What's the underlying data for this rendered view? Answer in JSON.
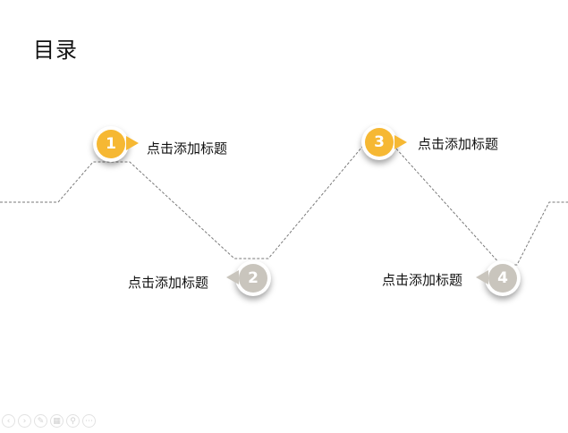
{
  "slide": {
    "title": "目录",
    "items": [
      {
        "number": "1",
        "label": "点击添加标题",
        "color": "#f6b833"
      },
      {
        "number": "2",
        "label": "点击添加标题",
        "color": "#c9c5bd"
      },
      {
        "number": "3",
        "label": "点击添加标题",
        "color": "#f6b833"
      },
      {
        "number": "4",
        "label": "点击添加标题",
        "color": "#c9c5bd"
      }
    ]
  },
  "nav_icons": [
    "prev-icon",
    "next-icon",
    "pen-icon",
    "slides-icon",
    "zoom-icon",
    "more-icon"
  ]
}
